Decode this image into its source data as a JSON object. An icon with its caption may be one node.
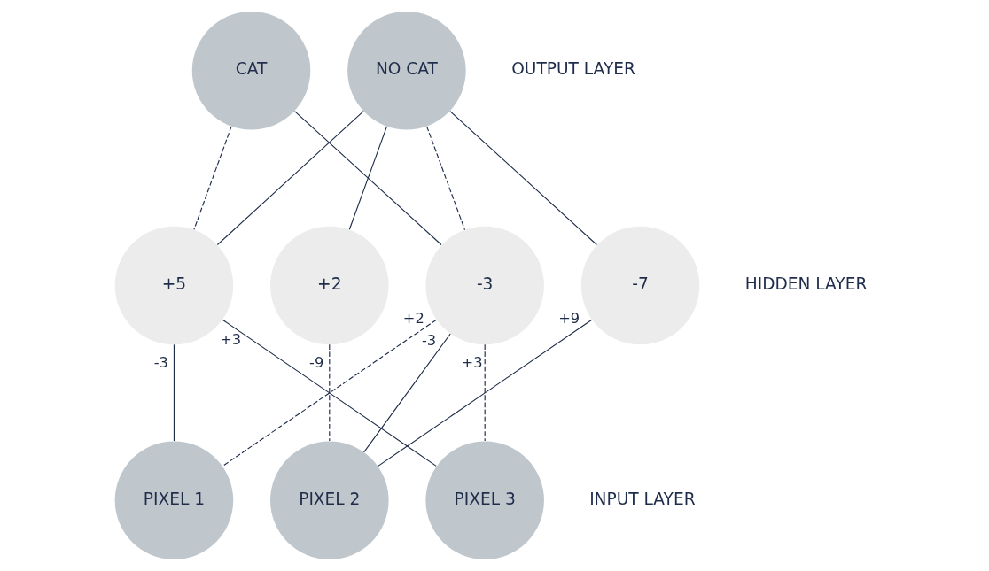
{
  "diagram": {
    "nodes": [
      {
        "text": [
          "CAT"
        ]
      },
      {
        "text": [
          "NO CAT"
        ]
      },
      {
        "text": [
          "+5"
        ]
      },
      {
        "text": [
          "+2"
        ]
      },
      {
        "text": [
          "-3"
        ]
      },
      {
        "text": [
          "-7"
        ]
      },
      {
        "text": [
          "PIXEL 1"
        ]
      },
      {
        "text": [
          "PIXEL 2"
        ]
      },
      {
        "text": [
          "PIXEL 3"
        ]
      }
    ],
    "edges": [
      {
        "from": 0,
        "to": 2,
        "arrow": "none",
        "style": "dashed"
      },
      {
        "from": 0,
        "to": 4,
        "arrow": "none"
      },
      {
        "from": 1,
        "to": 2,
        "arrow": "none"
      },
      {
        "from": 1,
        "to": 3,
        "arrow": "none"
      },
      {
        "from": 1,
        "to": 4,
        "arrow": "none",
        "style": "dashed"
      },
      {
        "from": 1,
        "to": 5,
        "arrow": "none"
      },
      {
        "from": 2,
        "to": 6,
        "arrow": "none",
        "label": "-3"
      },
      {
        "from": 2,
        "to": 8,
        "arrow": "none",
        "label": "+3"
      },
      {
        "from": 3,
        "to": 7,
        "arrow": "none",
        "label": "-9",
        "style": "dashed"
      },
      {
        "from": 4,
        "to": 6,
        "arrow": "none",
        "label": "+2",
        "style": "dashed"
      },
      {
        "from": 4,
        "to": 7,
        "arrow": "none",
        "label": "-3"
      },
      {
        "from": 4,
        "to": 8,
        "arrow": "none",
        "label": "+3",
        "style": "dashed"
      },
      {
        "from": 5,
        "to": 7,
        "arrow": "none",
        "label": "+9"
      }
    ],
    "labels": [
      "OUTPUT LAYER",
      "HIDDEN LAYER",
      "INPUT LAYER"
    ]
  }
}
